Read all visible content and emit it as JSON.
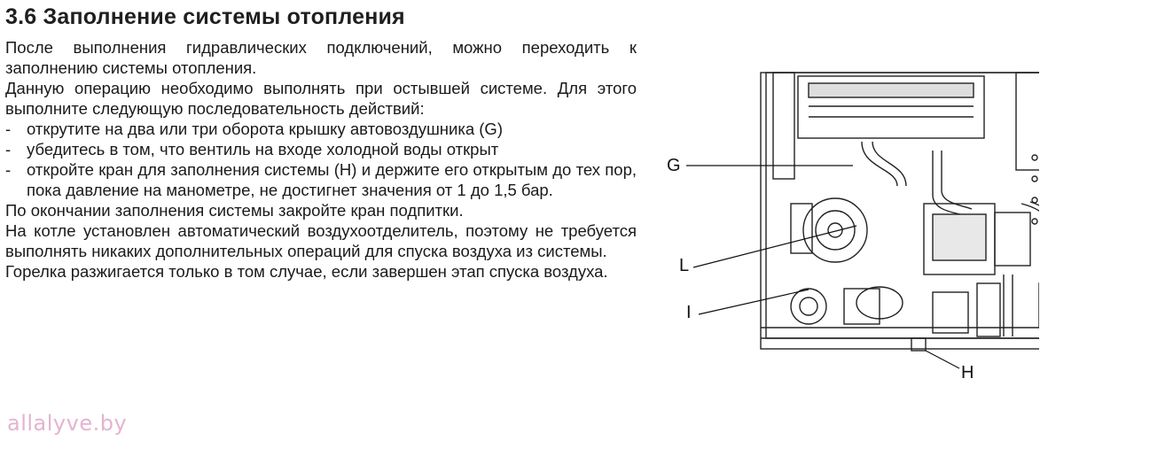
{
  "heading": "3.6 Заполнение системы отопления",
  "paragraphs": {
    "p1": "После выполнения гидравлических подключений, можно переходить к заполнению системы отопления.",
    "p2": "Данную операцию необходимо выполнять при остывшей системе. Для этого выполните следующую последовательность действий:"
  },
  "steps": [
    "открутите на два или три оборота крышку автовоздушника (G)",
    "убедитесь в том, что вентиль на входе холодной воды открыт",
    "откройте кран для заполнения системы (H) и держите его открытым до тех пор, пока давление на манометре, не достигнет значения от 1 до 1,5 бар."
  ],
  "after": {
    "p3": "По окончании заполнения системы закройте кран подпитки.",
    "p4": "На котле установлен автоматический воздухоотделитель, поэтому не требуется выполнять никаких дополнительных операций для спуска воздуха из системы.",
    "p5": "Горелка разжигается только в том случае, если завершен этап спуска воздуха."
  },
  "watermark": "allalyve.by",
  "figure": {
    "labels": {
      "g": "G",
      "l": "L",
      "i": "I",
      "h": "H"
    }
  }
}
